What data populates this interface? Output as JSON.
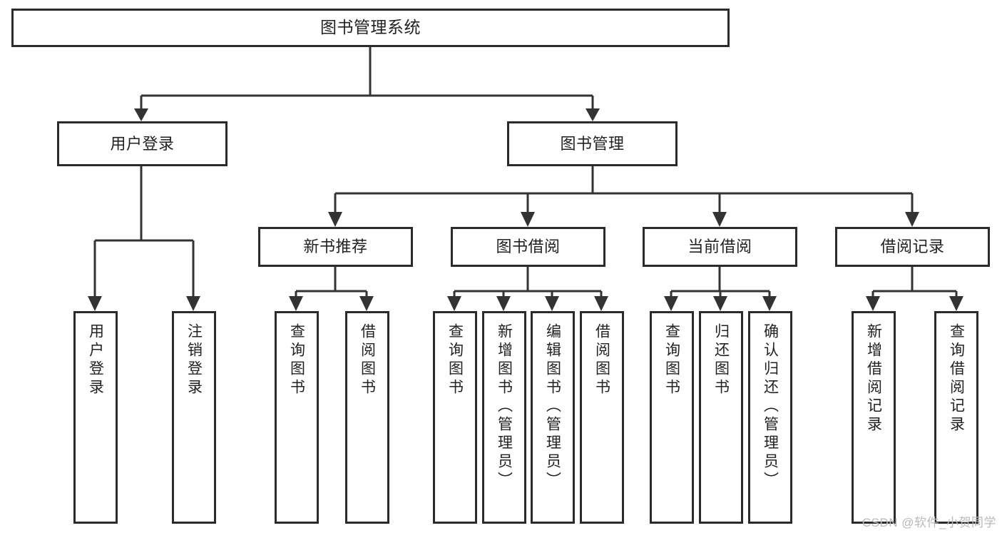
{
  "diagram": {
    "title": "图书管理系统",
    "type": "tree-hierarchy",
    "watermark": "CSDN @软件_小贺同学",
    "colors": {
      "box_border": "#2b2b2b",
      "connector": "#333333",
      "background": "#ffffff",
      "text": "#222222",
      "watermark": "#b9b9b9"
    },
    "root": {
      "label": "图书管理系统"
    },
    "level2": [
      {
        "id": "user-login",
        "label": "用户登录"
      },
      {
        "id": "book-manage",
        "label": "图书管理"
      }
    ],
    "level3": [
      {
        "id": "new-book-rec",
        "label": "新书推荐",
        "parent": "book-manage"
      },
      {
        "id": "book-borrow",
        "label": "图书借阅",
        "parent": "book-manage"
      },
      {
        "id": "current-borrow",
        "label": "当前借阅",
        "parent": "book-manage"
      },
      {
        "id": "borrow-record",
        "label": "借阅记录",
        "parent": "book-manage"
      }
    ],
    "leaves": [
      {
        "id": "leaf-user-login",
        "label": "用户登录",
        "parent": "user-login"
      },
      {
        "id": "leaf-user-logout",
        "label": "注销登录",
        "parent": "user-login"
      },
      {
        "id": "leaf-query-book-1",
        "label": "查询图书",
        "parent": "new-book-rec"
      },
      {
        "id": "leaf-borrow-book-1",
        "label": "借阅图书",
        "parent": "new-book-rec"
      },
      {
        "id": "leaf-query-book-2",
        "label": "查询图书",
        "parent": "book-borrow"
      },
      {
        "id": "leaf-add-book",
        "label": "新增图书（管理员）",
        "parent": "book-borrow"
      },
      {
        "id": "leaf-edit-book",
        "label": "编辑图书（管理员）",
        "parent": "book-borrow"
      },
      {
        "id": "leaf-borrow-book-2",
        "label": "借阅图书",
        "parent": "book-borrow"
      },
      {
        "id": "leaf-query-book-3",
        "label": "查询图书",
        "parent": "current-borrow"
      },
      {
        "id": "leaf-return-book",
        "label": "归还图书",
        "parent": "current-borrow"
      },
      {
        "id": "leaf-confirm-return",
        "label": "确认归还（管理员）",
        "parent": "current-borrow"
      },
      {
        "id": "leaf-add-record",
        "label": "新增借阅记录",
        "parent": "borrow-record"
      },
      {
        "id": "leaf-query-record",
        "label": "查询借阅记录",
        "parent": "borrow-record"
      }
    ]
  }
}
